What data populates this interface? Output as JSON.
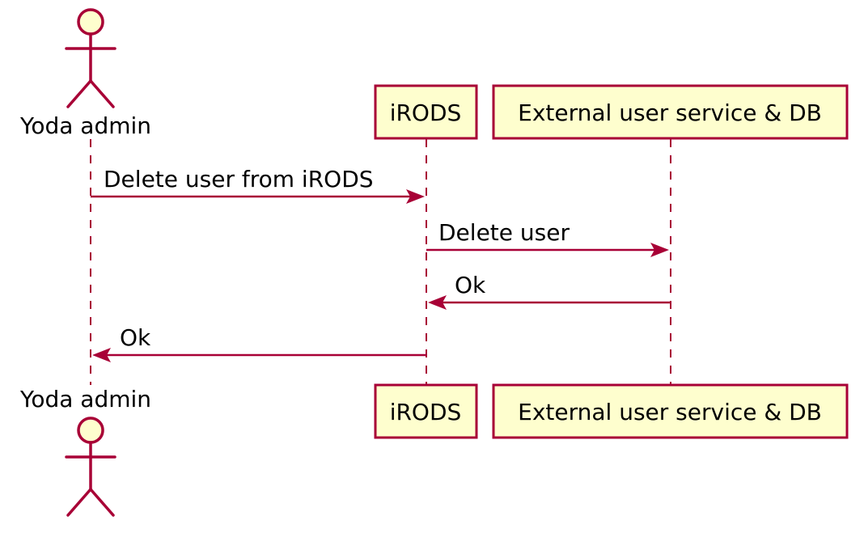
{
  "diagram": {
    "type": "sequence",
    "colors": {
      "line": "#A80036",
      "fill": "#FEFECE",
      "text": "#000000"
    },
    "participants": [
      {
        "id": "admin",
        "label": "Yoda admin",
        "kind": "actor"
      },
      {
        "id": "irods",
        "label": "iRODS",
        "kind": "participant"
      },
      {
        "id": "ext",
        "label": "External user service & DB",
        "kind": "participant"
      }
    ],
    "messages": [
      {
        "from": "admin",
        "to": "irods",
        "label": "Delete user from iRODS"
      },
      {
        "from": "irods",
        "to": "ext",
        "label": "Delete user"
      },
      {
        "from": "ext",
        "to": "irods",
        "label": "Ok"
      },
      {
        "from": "irods",
        "to": "admin",
        "label": "Ok"
      }
    ]
  }
}
